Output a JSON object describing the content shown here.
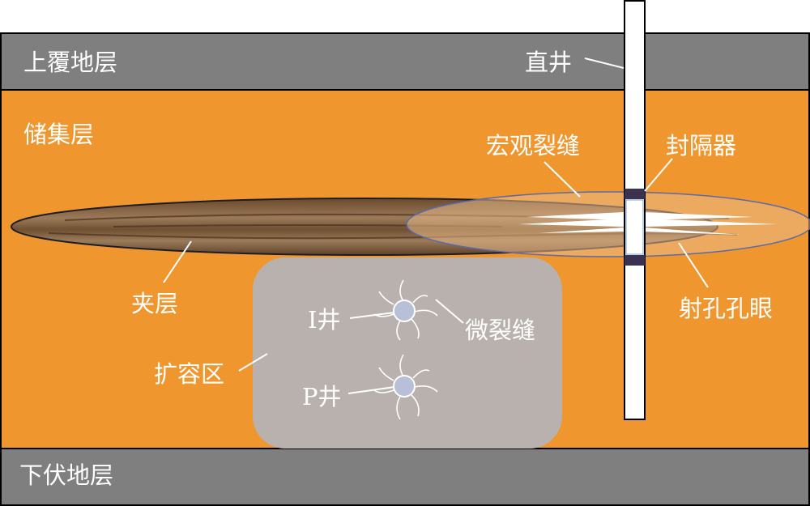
{
  "labels": {
    "overburden": "上覆地层",
    "reservoir": "储集层",
    "underburden": "下伏地层",
    "vertical_well": "直井",
    "macro_fracture": "宏观裂缝",
    "packer": "封隔器",
    "interlayer": "夹层",
    "perforation": "射孔孔眼",
    "i_well": "I井",
    "micro_fracture": "微裂缝",
    "expansion_zone": "扩容区",
    "p_well": "P井"
  },
  "colors": {
    "overburden": "#7f7f7f",
    "reservoir": "#f0962e",
    "interlayer": "#7a5a3a",
    "expansion_zone": "#b9b1ad",
    "macro_fracture": "#e9b98a",
    "well_marker": "#b7bfd9",
    "packer": "#3a3250"
  }
}
